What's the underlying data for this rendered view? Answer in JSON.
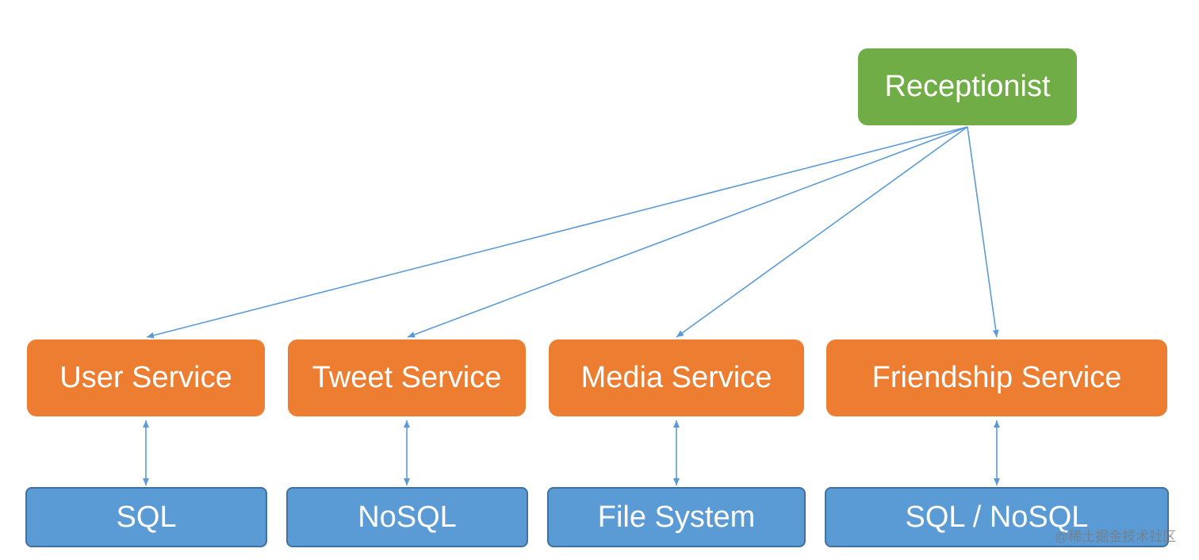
{
  "colors": {
    "receptionist": "#70ad47",
    "service": "#ed7d31",
    "store": "#5b9bd5",
    "store_border": "#41719c",
    "connector": "#5b9bd5",
    "text": "#ffffff"
  },
  "receptionist": {
    "label": "Receptionist"
  },
  "services": [
    {
      "label": "User Service"
    },
    {
      "label": "Tweet Service"
    },
    {
      "label": "Media Service"
    },
    {
      "label": "Friendship Service"
    }
  ],
  "stores": [
    {
      "label": "SQL"
    },
    {
      "label": "NoSQL"
    },
    {
      "label": "File System"
    },
    {
      "label": "SQL / NoSQL"
    }
  ],
  "watermark": "@稀土掘金技术社区"
}
